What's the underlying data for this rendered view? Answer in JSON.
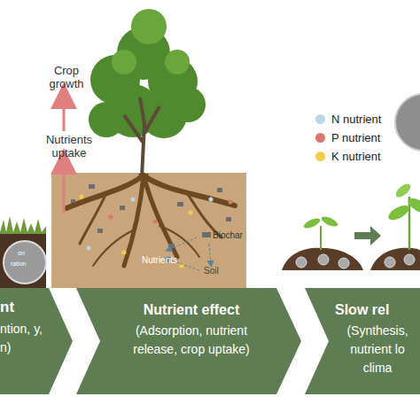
{
  "diagram": {
    "nodes": [
      {
        "text": [
          "nt",
          "ntion, y, n)"
        ]
      },
      {
        "text": [
          "Nutrient effect",
          "(Adsorption, nutrient release, crop uptake)"
        ]
      },
      {
        "text": [
          "Slow rel",
          "(Synthesis, nutrient lo clima"
        ]
      }
    ],
    "labels": [
      "on",
      "ration",
      "Crop growth",
      "Nutrients uptake",
      "Biochar",
      "Nutrients",
      "Soil"
    ],
    "legend": [
      {
        "text": "N nutrient",
        "color": "#b9d6ea"
      },
      {
        "text": "P nutrient",
        "color": "#d9766e"
      },
      {
        "text": "K nutrient",
        "color": "#f3cd4a"
      }
    ]
  }
}
